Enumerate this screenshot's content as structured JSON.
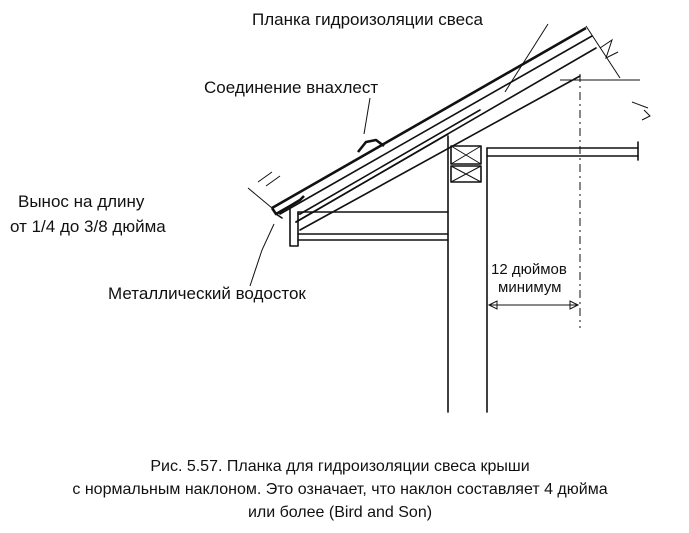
{
  "labels": {
    "drip_edge": "Планка гидроизоляции свеса",
    "lap_joint": "Соединение внахлест",
    "overhang_line1": "Вынос на длину",
    "overhang_line2": "от 1/4 до 3/8 дюйма",
    "gutter": "Металлический водосток",
    "dimension_line1": "12 дюймов",
    "dimension_line2": "минимум"
  },
  "caption": {
    "line1": "Рис. 5.57. Планка для гидроизоляции свеса крыши",
    "line2": "с нормальным наклоном. Это означает, что наклон составляет 4 дюйма",
    "line3": "или более (Bird and Son)"
  }
}
